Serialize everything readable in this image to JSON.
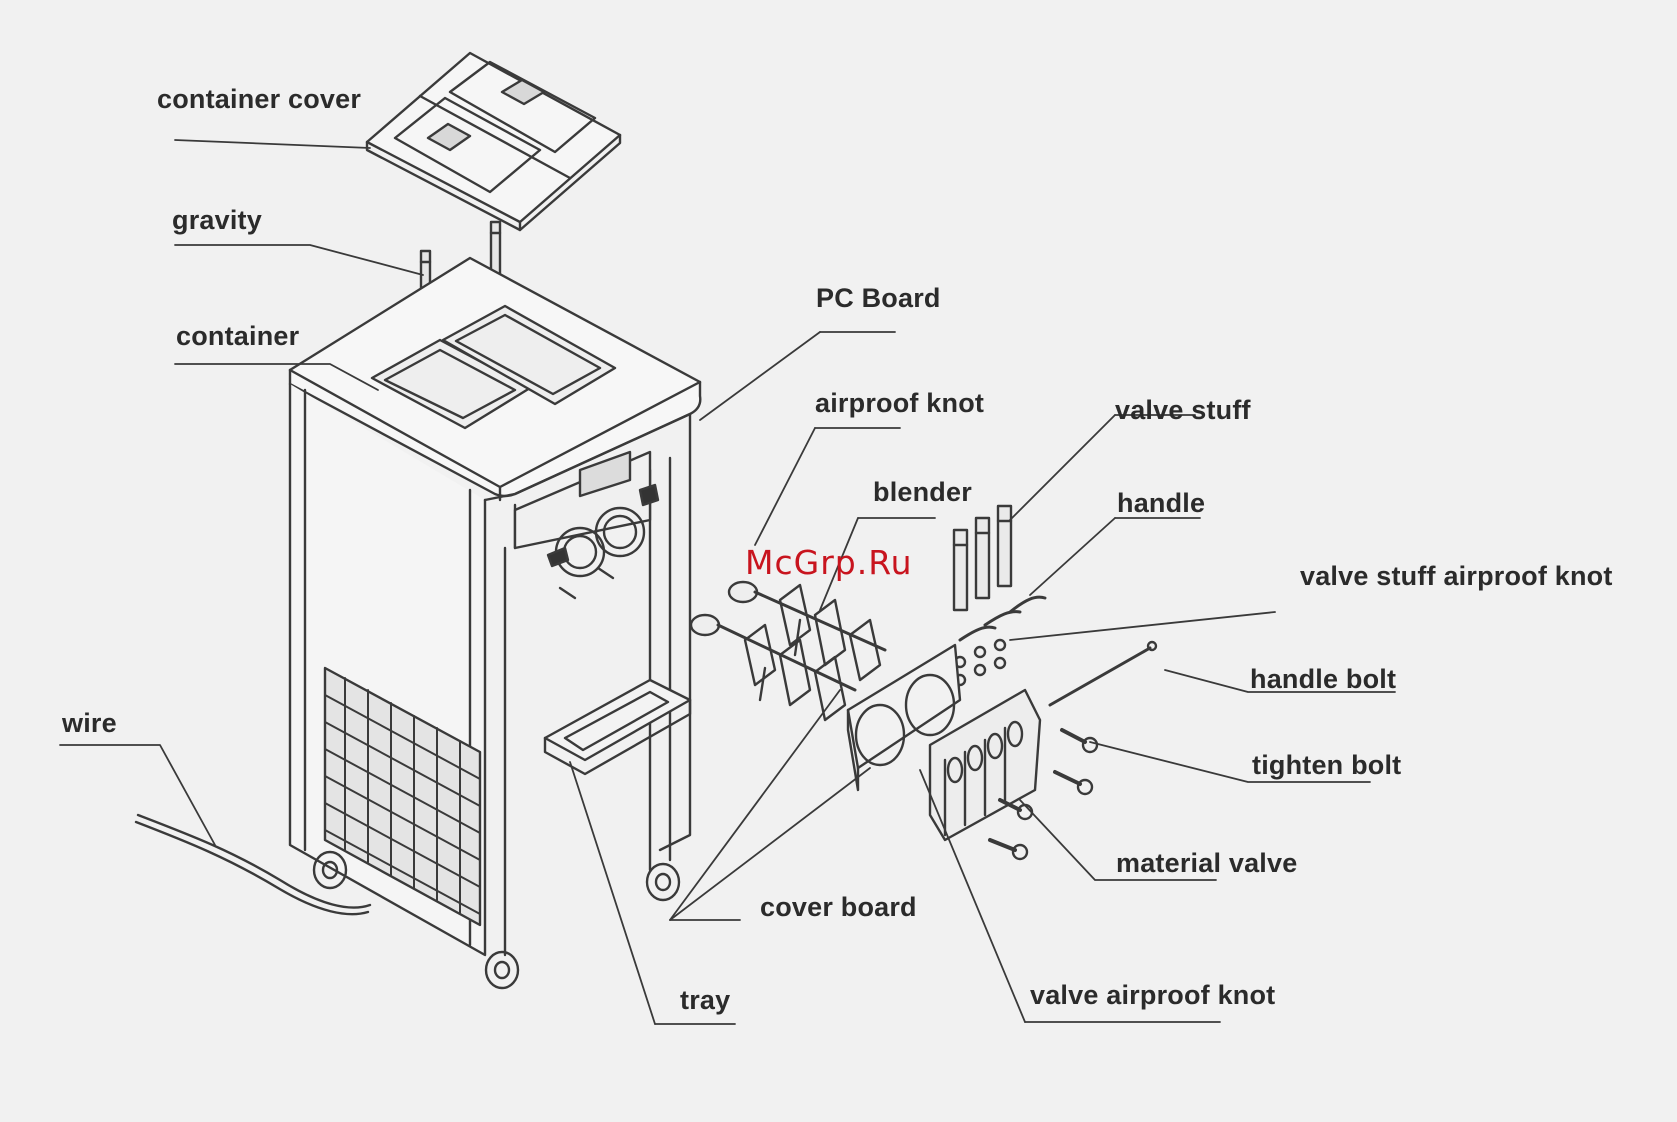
{
  "diagram": {
    "labels": {
      "container_cover": "container cover",
      "gravity": "gravity",
      "container": "container",
      "pc_board": "PC Board",
      "airproof_knot": "airproof knot",
      "valve_stuff": "valve stuff",
      "blender": "blender",
      "handle": "handle",
      "valve_stuff_airproof_knot": "valve stuff airproof knot",
      "handle_bolt": "handle bolt",
      "wire": "wire",
      "tighten_bolt": "tighten bolt",
      "material_valve": "material valve",
      "cover_board": "cover board",
      "valve_airproof_knot": "valve airproof knot",
      "tray": "tray"
    },
    "watermark": "McGrp.Ru"
  },
  "colors": {
    "background": "#f1f1f1",
    "line": "#3a3a3a",
    "text": "#2b2b2b",
    "watermark": "#c8141e"
  }
}
